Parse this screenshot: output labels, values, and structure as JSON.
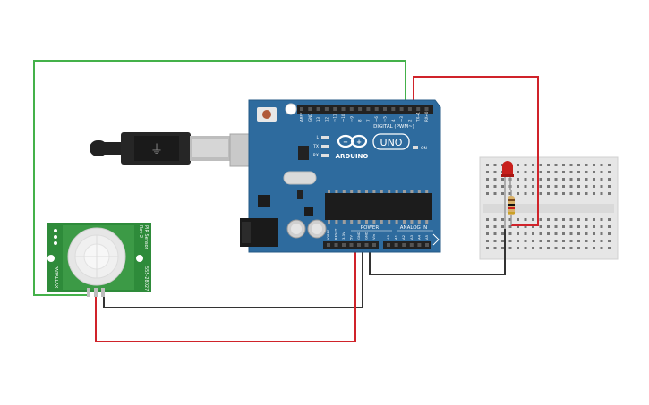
{
  "arduino": {
    "brand": "ARDUINO",
    "model": "UNO",
    "digital_header_label": "DIGITAL (PWM~)",
    "on_label": "ON",
    "power_label": "POWER",
    "analog_label": "ANALOG IN",
    "led_labels": [
      "L",
      "TX",
      "RX"
    ],
    "digital_pins": [
      "AREF",
      "GND",
      "13",
      "12",
      "~11",
      "~10",
      "~9",
      "8",
      "7",
      "~6",
      "~5",
      "4",
      "~3",
      "2",
      "TX→1",
      "RX←0"
    ],
    "power_pins": [
      "IOREF",
      "RESET",
      "3.3V",
      "5V",
      "GND",
      "GND",
      "Vin"
    ],
    "analog_pins": [
      "A0",
      "A1",
      "A2",
      "A3",
      "A4",
      "A5"
    ]
  },
  "pir_sensor": {
    "side_label_right": "PIR Sensor",
    "side_label_right2": "Rev 2",
    "side_label_right3": "555-28027",
    "side_label_left": "PARALLAX"
  },
  "colors": {
    "board": "#2E6B9E",
    "board_dark": "#1F5585",
    "wire_green": "#44B14A",
    "wire_red": "#D0232A",
    "wire_black": "#333333",
    "pir_board": "#2E8B3A",
    "breadboard": "#ECECEC",
    "led_red": "#C8201C"
  }
}
